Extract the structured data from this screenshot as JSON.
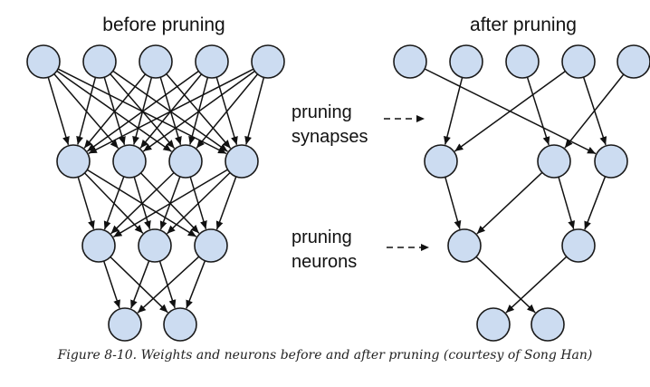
{
  "diagram": {
    "left_title": "before pruning",
    "right_title": "after pruning",
    "label_synapses_line1": "pruning",
    "label_synapses_line2": "synapses",
    "label_neurons_line1": "pruning",
    "label_neurons_line2": "neurons"
  },
  "caption": "Figure 8-10. Weights and neurons before and after pruning (courtesy of Song Han)",
  "colors": {
    "node_fill": "#ccdcf1",
    "node_stroke": "#1a1a1a",
    "edge": "#111111"
  }
}
